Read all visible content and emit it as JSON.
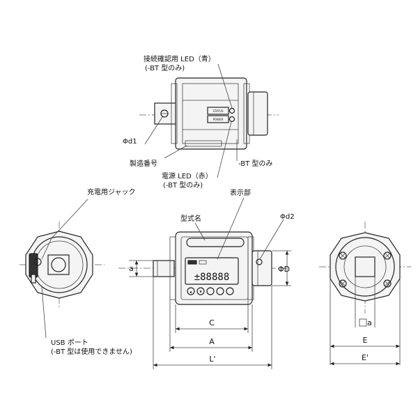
{
  "labels": {
    "status_led": "接続確認用 LED（青）",
    "status_led_note": "(-BT 型のみ)",
    "d1": "Φd1",
    "serial": "製造番号",
    "bt_only": "-BT 型のみ",
    "power_led": "電源 LED（赤）",
    "power_led_note": "(-BT 型のみ)",
    "charge_jack": "充電用ジャック",
    "display": "表示部",
    "model": "型式名",
    "d2": "Φd2",
    "usb_port": "USB ポート",
    "usb_note": "(-BT 型は使用できません)"
  },
  "panel": {
    "status": "STATUS",
    "power": "POWER",
    "digits": "±88888"
  },
  "dims": {
    "a_side": "a",
    "D": "ΦD",
    "C": "C",
    "A": "A",
    "L": "L'",
    "a_end": "a",
    "E": "E",
    "E2": "E'"
  },
  "colors": {
    "line": "#222222",
    "body": "#f4f4f4",
    "accent": "#333333"
  }
}
